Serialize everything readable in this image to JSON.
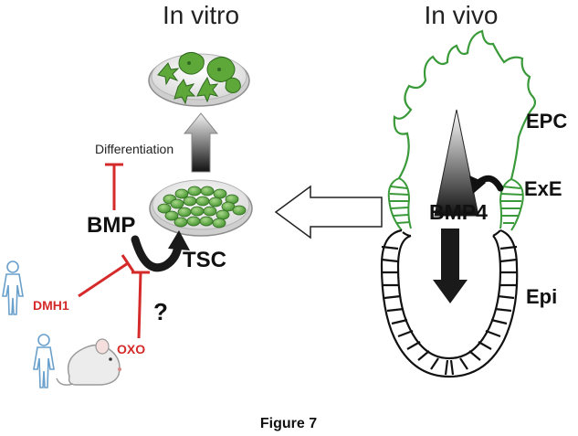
{
  "titles": {
    "in_vitro": "In vitro",
    "in_vivo": "In vivo"
  },
  "labels": {
    "differentiation": "Differentiation",
    "bmp": "BMP",
    "tsc": "TSC",
    "question": "?",
    "dmh1": "DMH1",
    "oxo": "OXO",
    "bmp4": "BMP4",
    "epc": "EPC",
    "exe": "ExE",
    "epi": "Epi"
  },
  "caption": "Figure 7",
  "colors": {
    "inhibitor_red": "#d52a2a",
    "cell_green": "#5ea83a",
    "tissue_green": "#3a9a3a",
    "human_blue": "#6aa0cc"
  },
  "icons": [
    "petri-dish-differentiated-icon",
    "petri-dish-tsc-icon",
    "human-silhouette-icon",
    "mouse-icon"
  ]
}
